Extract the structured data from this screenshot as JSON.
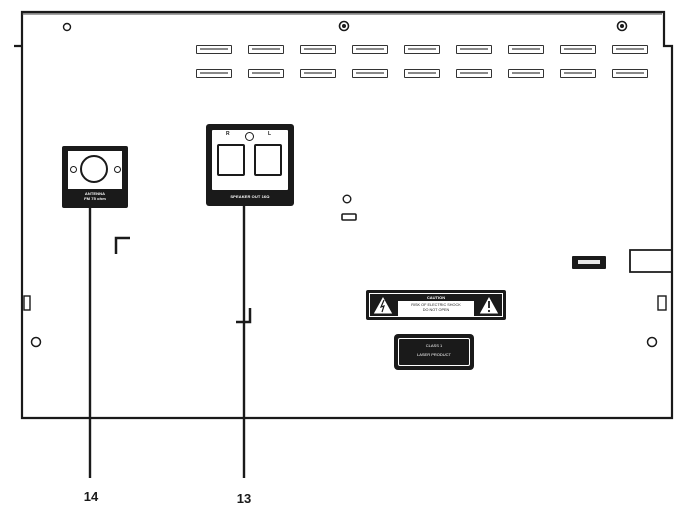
{
  "labels": {
    "antenna": "ANTENNA\nFM 75 ohm",
    "speaker_out": "SPEAKER OUT 16Ω",
    "speaker_r": "R",
    "speaker_l": "L",
    "caution_title": "CAUTION",
    "caution_text": "RISK OF ELECTRIC SHOCK\nDO NOT OPEN",
    "laser_line1": "CLASS 1",
    "laser_line2": "LASER PRODUCT",
    "callout_14": "14",
    "callout_13": "13"
  },
  "colors": {
    "ink": "#1a1a1a",
    "panel_fill": "#ffffff"
  },
  "icons": {
    "warning": "warning-triangle-icon",
    "screw": "screw-icon"
  }
}
